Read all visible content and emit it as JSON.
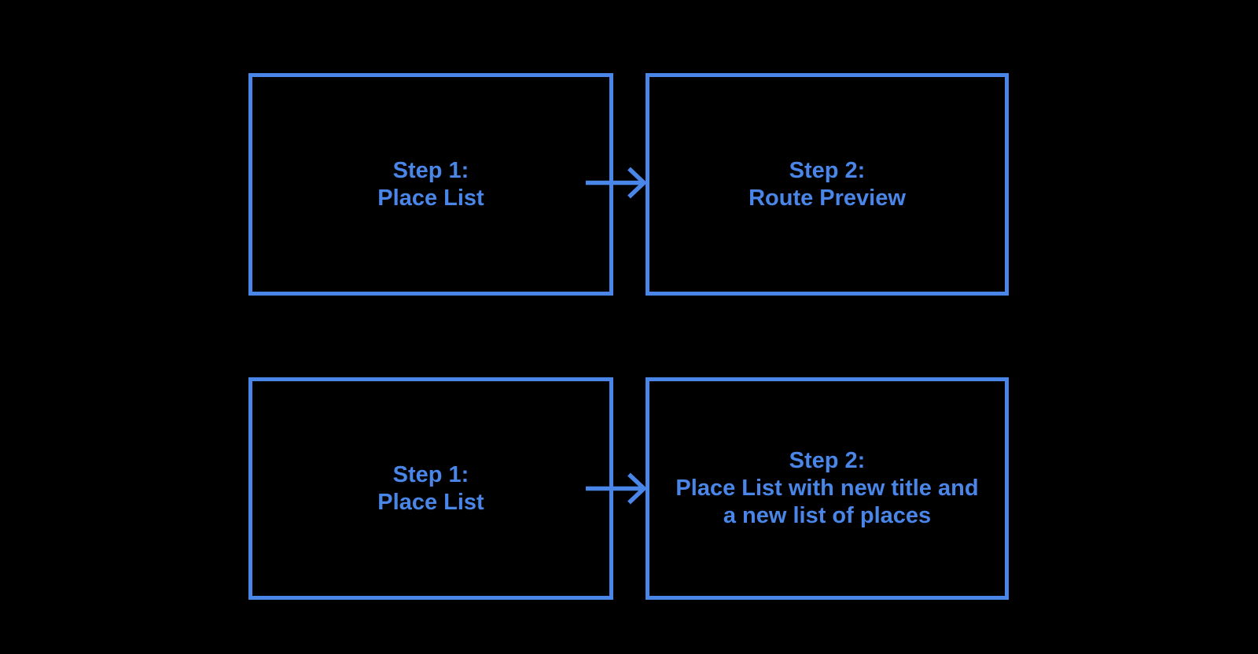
{
  "diagram": {
    "background_color": "#000000",
    "accent_color": "#4a86e8",
    "rows": [
      {
        "connector": "arrow-right",
        "source": {
          "lines": [
            "Step 1:",
            "Place List"
          ]
        },
        "target": {
          "lines": [
            "Step 2:",
            "Route Preview"
          ]
        }
      },
      {
        "connector": "arrow-right",
        "source": {
          "lines": [
            "Step 1:",
            "Place List"
          ]
        },
        "target": {
          "lines": [
            "Step 2:",
            "Place List with new title and",
            "a new list of places"
          ]
        }
      }
    ]
  }
}
